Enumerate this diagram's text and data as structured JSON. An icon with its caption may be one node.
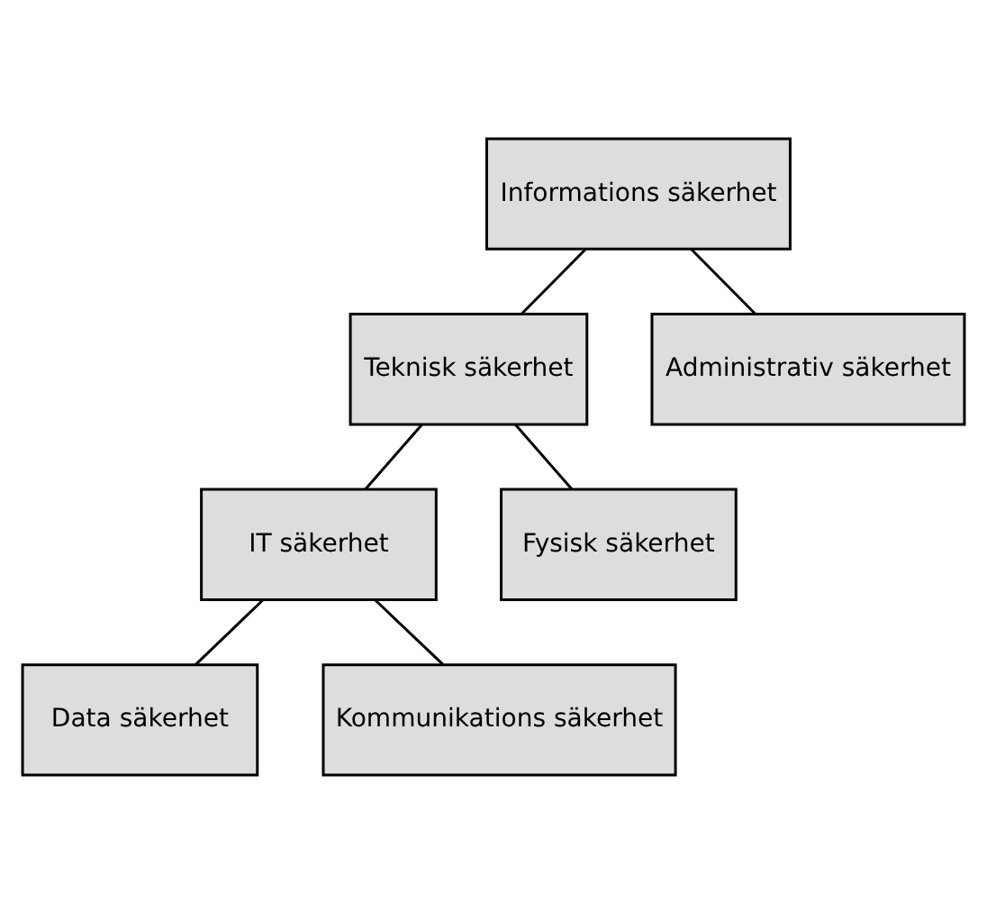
{
  "diagram": {
    "nodes": [
      {
        "text": [
          "Informations säkerhet"
        ]
      },
      {
        "text": [
          "Teknisk säkerhet"
        ]
      },
      {
        "text": [
          "Administrativ säkerhet"
        ]
      },
      {
        "text": [
          "IT säkerhet"
        ]
      },
      {
        "text": [
          "Fysisk säkerhet"
        ]
      },
      {
        "text": [
          "Data säkerhet"
        ]
      },
      {
        "text": [
          "Kommunikations säkerhet"
        ]
      }
    ],
    "edges": [
      {
        "from": 0,
        "to": 1,
        "arrow": "none"
      },
      {
        "from": 0,
        "to": 2,
        "arrow": "none"
      },
      {
        "from": 1,
        "to": 3,
        "arrow": "none"
      },
      {
        "from": 1,
        "to": 4,
        "arrow": "none"
      },
      {
        "from": 3,
        "to": 5,
        "arrow": "none"
      },
      {
        "from": 3,
        "to": 6,
        "arrow": "none"
      }
    ]
  }
}
